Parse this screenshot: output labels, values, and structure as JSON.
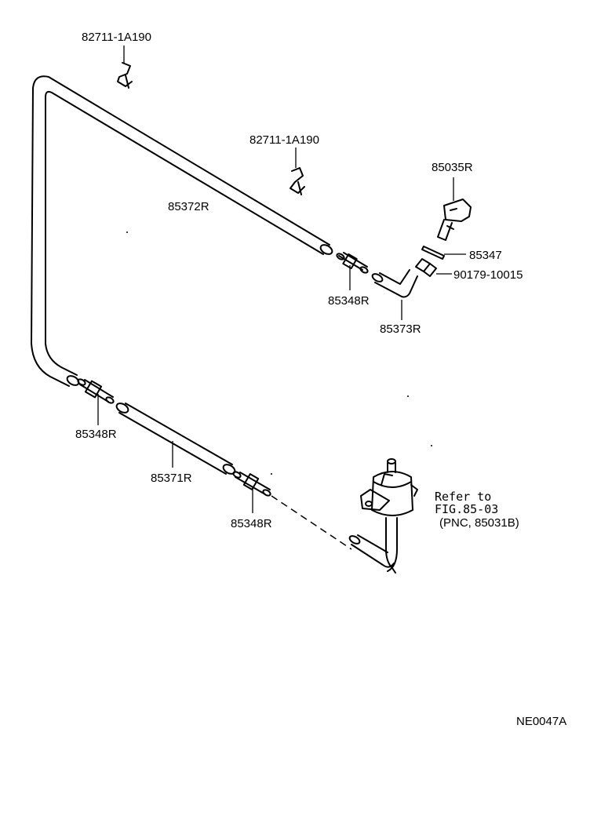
{
  "diagram": {
    "labels": {
      "clip_top": "82711-1A190",
      "clip_mid": "82711-1A190",
      "nozzle": "85035R",
      "gasket": "85347",
      "nut": "90179-10015",
      "hose_long": "85372R",
      "joint_top": "85348R",
      "hose_elbow": "85373R",
      "joint_left": "85348R",
      "hose_mid": "85371R",
      "joint_bottom": "85348R",
      "code": "NE0047A"
    },
    "reference": {
      "line1": "Refer to",
      "line2": "FIG.85-03",
      "line3": "(PNC, 85031B)"
    }
  }
}
